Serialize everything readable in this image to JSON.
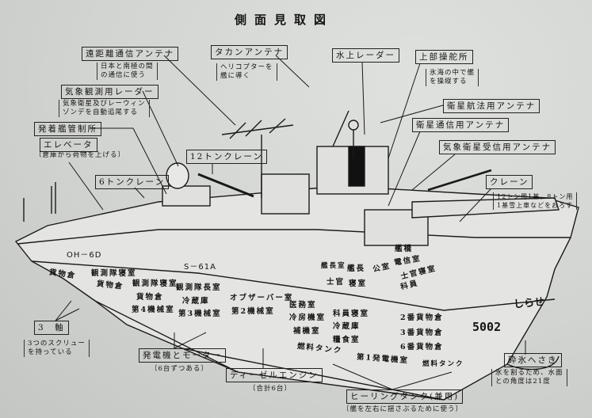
{
  "title": "側面見取図",
  "callouts": [
    {
      "id": "long-range-antenna",
      "label": "遠距離通信アンテナ",
      "note": "日本と南極の間\nの通信に使う"
    },
    {
      "id": "tacan-antenna",
      "label": "タカンアンテナ",
      "note": "ヘリコプターを\n艦に導く"
    },
    {
      "id": "weather-radar",
      "label": "気象観測用レーダー",
      "note": "気象衛星及びレーウィン\nゾンデを自動追尾する"
    },
    {
      "id": "flight-control",
      "label": "発着艦管制所",
      "note": ""
    },
    {
      "id": "elevator",
      "label": "エレベータ",
      "note": "〔倉庫から荷物を上げる〕"
    },
    {
      "id": "crane-12t",
      "label": "12トンクレーン",
      "note": ""
    },
    {
      "id": "crane-6t",
      "label": "6トンクレーン",
      "note": ""
    },
    {
      "id": "surface-radar",
      "label": "水上レーダー",
      "note": ""
    },
    {
      "id": "upper-helm",
      "label": "上部操舵所",
      "note": "氷海の中で艦\nを操縦する"
    },
    {
      "id": "satnav-antenna",
      "label": "衛星航法用アンテナ",
      "note": ""
    },
    {
      "id": "satcom-antenna",
      "label": "衛星通信用アンテナ",
      "note": ""
    },
    {
      "id": "weather-sat-antenna",
      "label": "気象衛星受信用アンテナ",
      "note": ""
    },
    {
      "id": "crane",
      "label": "クレーン",
      "note": "12トン用1基、8トン用\n1基雪上車などをおろす"
    },
    {
      "id": "three-shafts",
      "label": "3　軸",
      "note": "3つのスクリュー\nを持っている"
    },
    {
      "id": "generator-motor",
      "label": "発電機とモーター",
      "note": "〔6台ずつある〕"
    },
    {
      "id": "diesel-engine",
      "label": "ディーゼルエンジン",
      "note": "〔合計6台〕"
    },
    {
      "id": "heeling-tank",
      "label": "ヒーリングタンク(兼用)",
      "note": "〔艦を左右に揺さぶるために使う〕"
    },
    {
      "id": "icebreaking-bow",
      "label": "砕氷へさき",
      "note": "氷を割るため、水面\nとの角度は21度"
    }
  ],
  "markings": {
    "heli_small": "OH－6D",
    "heli_large": "S－61A",
    "ship_name": "しらせ",
    "hull_number": "5002"
  },
  "rooms": [
    "貨物倉",
    "観測隊寝室",
    "貨物倉",
    "観測隊寝室",
    "貨物倉",
    "第4機械室",
    "観測隊長室",
    "冷蔵庫",
    "第3機械室",
    "オブザーバー室",
    "第2機械室",
    "医務室",
    "冷房機室",
    "補機室",
    "燃料タンク",
    "科員寝室",
    "冷蔵庫",
    "糧食室",
    "第1発電機室",
    "燃料タンク",
    "2番貨物倉",
    "3番貨物倉",
    "6番貨物倉",
    "艦長室",
    "艦長",
    "士官",
    "寝室",
    "公室",
    "艦橋",
    "電信室",
    "士官寝室",
    "科員"
  ]
}
